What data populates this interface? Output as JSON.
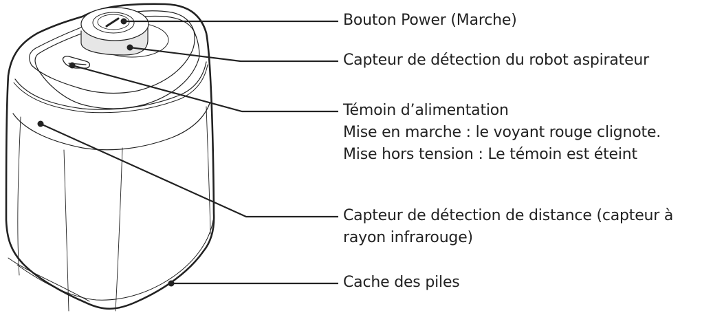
{
  "diagram": {
    "subject": "device-with-callouts",
    "line_color": "#222222",
    "callouts": [
      {
        "id": "power-button",
        "lines": [
          "Bouton Power (Marche)"
        ]
      },
      {
        "id": "robot-detection-sensor",
        "lines": [
          "Capteur de détection du robot aspirateur"
        ]
      },
      {
        "id": "power-indicator",
        "lines": [
          "Témoin d’alimentation",
          "Mise en marche : le voyant rouge clignote.",
          "Mise hors tension : Le témoin est éteint"
        ]
      },
      {
        "id": "distance-sensor",
        "lines": [
          "Capteur de détection de distance (capteur à",
          "rayon infrarouge)"
        ]
      },
      {
        "id": "battery-cover",
        "lines": [
          "Cache des piles"
        ]
      }
    ]
  }
}
